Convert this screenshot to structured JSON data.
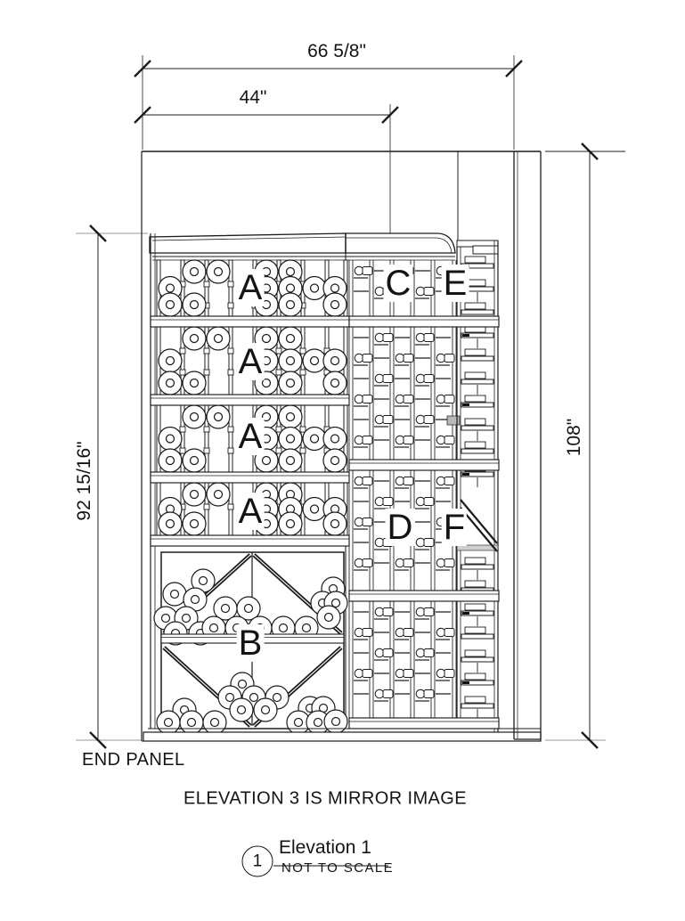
{
  "drawing": {
    "dims": {
      "overall_width": "66 5/8\"",
      "left_section_width": "44\"",
      "rack_height": "92 15/16\"",
      "overall_height": "108\""
    },
    "sections": {
      "a": "A",
      "b": "B",
      "c": "C",
      "d": "D",
      "e": "E",
      "f": "F"
    },
    "annotations": {
      "end_panel": "END PANEL",
      "mirror_note": "ELEVATION 3 IS MIRROR IMAGE"
    },
    "title_block": {
      "detail_number": "1",
      "view_title": "Elevation 1",
      "scale_note": "NOT TO SCALE"
    },
    "colors": {
      "line": "#1c1c1c",
      "extension": "#9a9a9a"
    }
  }
}
